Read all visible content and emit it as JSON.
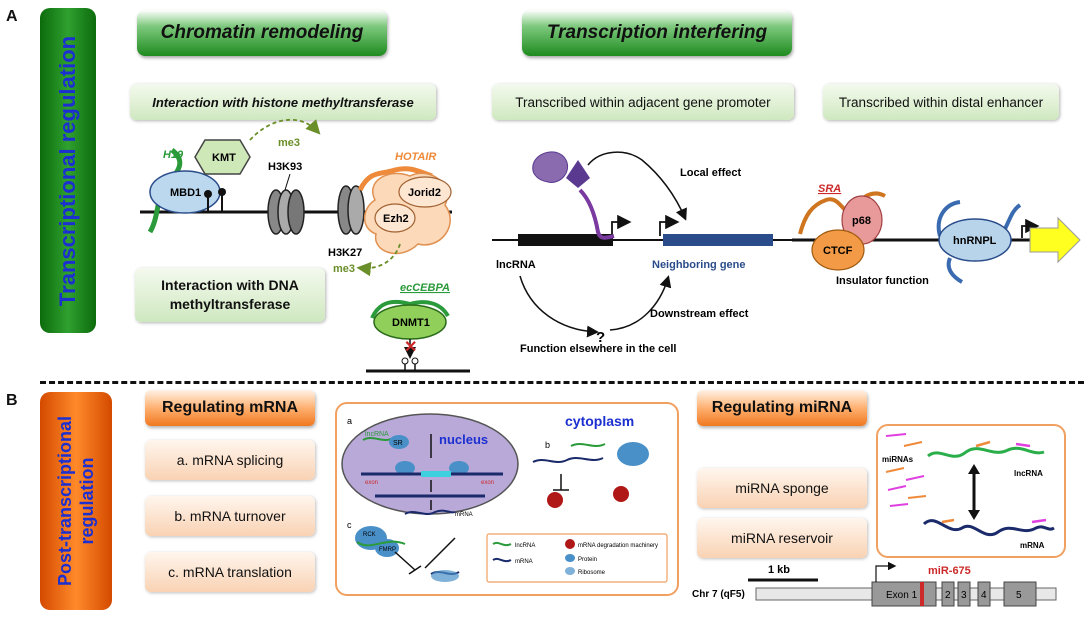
{
  "panels": {
    "a_letter": "A",
    "b_letter": "B"
  },
  "side": {
    "transcriptional": "Transcriptional regulation",
    "post_line1": "Post-transcriptional",
    "post_line2": "regulation"
  },
  "sectionA": {
    "chromatin_header": "Chromatin remodeling",
    "transcription_header": "Transcription interfering",
    "histone_sub": "Interaction with histone methyltransferase",
    "adjacent_sub": "Transcribed within adjacent gene promoter",
    "distal_sub": "Transcribed within distal enhancer",
    "dna_sub_line1": "Interaction with DNA",
    "dna_sub_line2": "methyltransferase",
    "labels": {
      "h19": "H19",
      "kmt": "KMT",
      "me3_top": "me3",
      "h3k93": "H3K93",
      "mbd1": "MBD1",
      "hotair": "HOTAIR",
      "jorid2": "Jorid2",
      "ezh2": "Ezh2",
      "h3k27": "H3K27",
      "me3_bottom": "me3",
      "ecCEBPA": "ecCEBPA",
      "dnmt1": "DNMT1",
      "local_effect": "Local effect",
      "lncrna": "lncRNA",
      "neighboring_gene": "Neighboring gene",
      "downstream_effect": "Downstream effect",
      "question": "?",
      "function_elsewhere": "Function elsewhere in the cell",
      "sra": "SRA",
      "p68": "p68",
      "ctcf": "CTCF",
      "hnrnpl": "hnRNPL",
      "insulator": "Insulator function"
    }
  },
  "sectionB": {
    "mrna_header": "Regulating mRNA",
    "mrna_items": [
      "a. mRNA splicing",
      "b. mRNA turnover",
      "c. mRNA translation"
    ],
    "mirna_header": "Regulating miRNA",
    "mirna_items": [
      "miRNA sponge",
      "miRNA reservoir"
    ],
    "box": {
      "cytoplasm": "cytoplasm",
      "nucleus": "nucleus",
      "a": "a",
      "b": "b",
      "c": "c",
      "lncrna": "lncRNA",
      "sr": "SR",
      "exon": "exon",
      "mrna": "mRNA",
      "rck": "RCK",
      "fmrp": "FMRP",
      "legend": [
        "lncRNA",
        "mRNA",
        "mRNA degradation machinery",
        "Protein",
        "Ribosome"
      ]
    },
    "mirna_box": {
      "mirnas": "miRNAs",
      "lncrna": "lncRNA",
      "mrna": "mRNA"
    },
    "gene": {
      "scale": "1 kb",
      "mir": "miR-675",
      "chr": "Chr 7 (qF5)",
      "exon1": "Exon 1",
      "exons": [
        "2",
        "3",
        "4",
        "5"
      ]
    }
  },
  "colors": {
    "green": "#2fa12f",
    "orange": "#f07820",
    "blue_text": "#1c2fd0",
    "red": "#cc2a2a"
  }
}
